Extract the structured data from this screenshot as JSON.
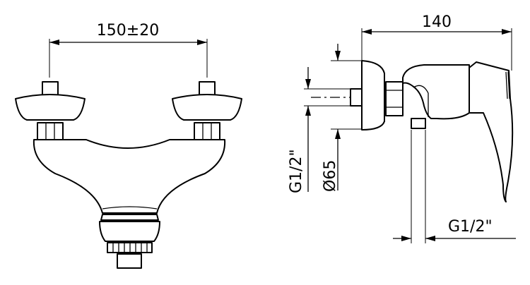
{
  "dimensions": {
    "spacing": "150±20",
    "depth": "140",
    "inlet_thread": "G1/2\"",
    "flange_diameter": "Ø65",
    "outlet_thread": "G1/2\""
  },
  "colors": {
    "line": "#000000",
    "background": "#ffffff"
  }
}
